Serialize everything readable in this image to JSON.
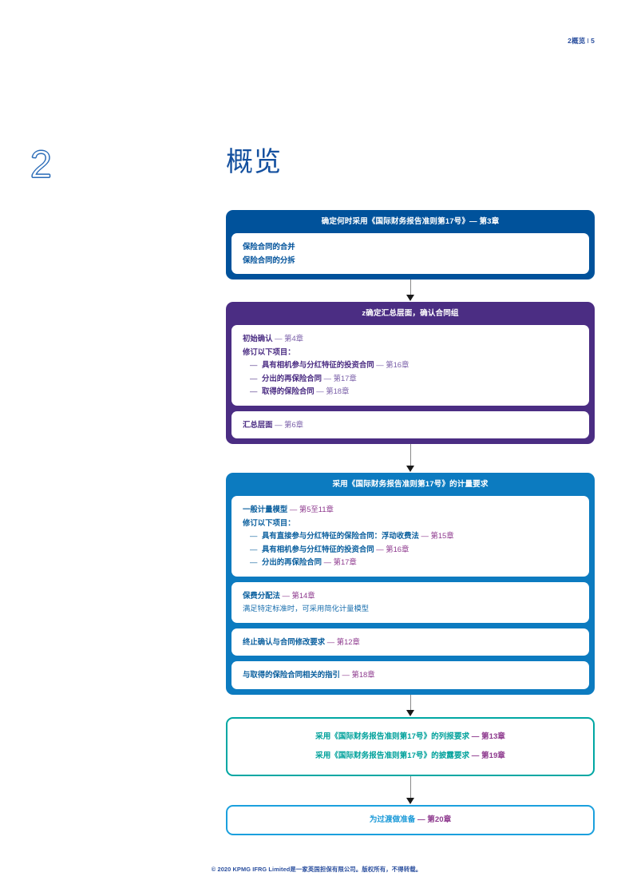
{
  "header": {
    "chapter_number": "2",
    "chapter_label": "概览",
    "separator": "I",
    "page_number": "5"
  },
  "title": {
    "numeral": "2",
    "text": "概览"
  },
  "flow": {
    "node1": {
      "head": "确定何时采用《国际财务报告准则第17号》— 第3章",
      "rows": [
        "保险合同的合并",
        "保险合同的分拆"
      ]
    },
    "node2": {
      "head": "z确定汇总层面，确认合同组",
      "panel1": {
        "l1_bold": "初始确认 ",
        "l1_ref": "— 第4章",
        "l2": "修订以下项目：",
        "bullets": [
          {
            "dash": "—",
            "bold": "具有相机参与分红特征的投资合同 ",
            "ref": "— 第16章"
          },
          {
            "dash": "—",
            "bold": "分出的再保险合同 ",
            "ref": "— 第17章"
          },
          {
            "dash": "—",
            "bold": "取得的保险合同 ",
            "ref": "— 第18章"
          }
        ]
      },
      "panel2": {
        "bold": "汇总层面 ",
        "ref": "— 第6章"
      }
    },
    "node3": {
      "head": "采用《国际财务报告准则第17号》的计量要求",
      "panel1": {
        "l1_bold": "一般计量模型 ",
        "l1_ref": "— 第5至11章",
        "l2": "修订以下项目：",
        "bullets": [
          {
            "dash": "—",
            "bold": "具有直接参与分红特征的保险合同：浮动收费法 ",
            "ref": "— 第15章"
          },
          {
            "dash": "—",
            "bold": "具有相机参与分红特征的投资合同 ",
            "ref": "— 第16章"
          },
          {
            "dash": "—",
            "bold": "分出的再保险合同 ",
            "ref": "— 第17章"
          }
        ]
      },
      "panel2": {
        "bold": "保费分配法 ",
        "ref": "— 第14章",
        "sub": "满足特定标准时，可采用简化计量模型"
      },
      "panel3": {
        "bold": "终止确认与合同修改要求 ",
        "ref": "— 第12章"
      },
      "panel4": {
        "bold": "与取得的保险合同相关的指引 ",
        "ref": "— 第18章"
      }
    },
    "node4": {
      "rows": [
        {
          "bold": "采用《国际财务报告准则第17号》的列报要求 ",
          "ref": "— 第13章"
        },
        {
          "bold": "采用《国际财务报告准则第17号》的披露要求 ",
          "ref": "— 第19章"
        }
      ]
    },
    "node5": {
      "rows": [
        {
          "bold": "为过渡做准备 ",
          "ref": "— 第20章"
        }
      ]
    }
  },
  "footer": {
    "text": "© 2020 KPMG IFRG Limited是一家英国担保有限公司。版权所有，不得转载。"
  },
  "colors": {
    "navy": "#00529b",
    "purple": "#4b2d83",
    "blue": "#0c7bc0",
    "teal": "#00a7a3",
    "cyan": "#1ba0dd",
    "ref_purple": "#8e3a8e",
    "header_blue": "#2b4f9e"
  }
}
